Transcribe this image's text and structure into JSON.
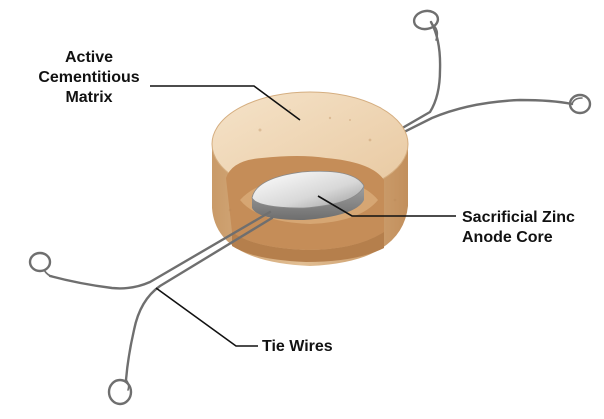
{
  "labels": {
    "matrix": [
      "Active",
      "Cementitious",
      "Matrix"
    ],
    "zinc": [
      "Sacrificial Zinc",
      "Anode Core"
    ],
    "tie": "Tie Wires"
  },
  "colors": {
    "mortar_top": "#f2dcc0",
    "mortar_side": "#d9b184",
    "mortar_cut": "#c8925e",
    "zinc_light": "#f4f4f4",
    "zinc_dark": "#8e8e8e",
    "wire": "#6f6f6f",
    "leader": "#111111"
  }
}
